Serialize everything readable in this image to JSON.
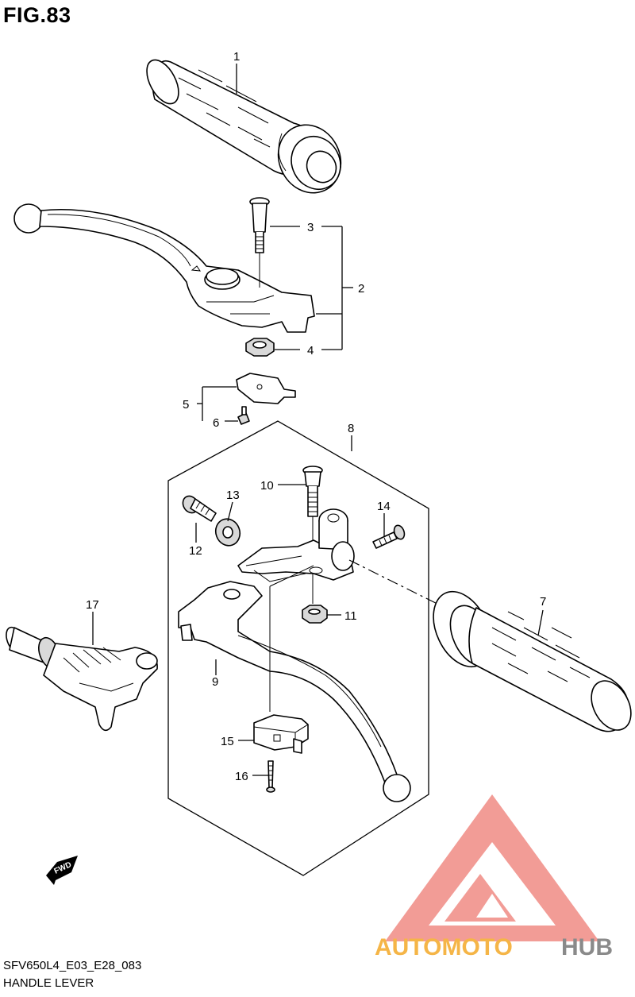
{
  "figure": {
    "title": "FIG.83",
    "code": "SFV650L4_E03_E28_083",
    "name": "HANDLE LEVER"
  },
  "callouts": [
    "1",
    "2",
    "3",
    "4",
    "5",
    "6",
    "7",
    "8",
    "9",
    "10",
    "11",
    "12",
    "13",
    "14",
    "15",
    "16",
    "17"
  ],
  "fwd_label": "FWD",
  "watermark": {
    "word_a": "AUTOMOTO",
    "word_b": "HUB",
    "colors": {
      "triangle": "#f08b84",
      "word_a": "#f5b547",
      "word_b": "#8a8a8a"
    }
  }
}
